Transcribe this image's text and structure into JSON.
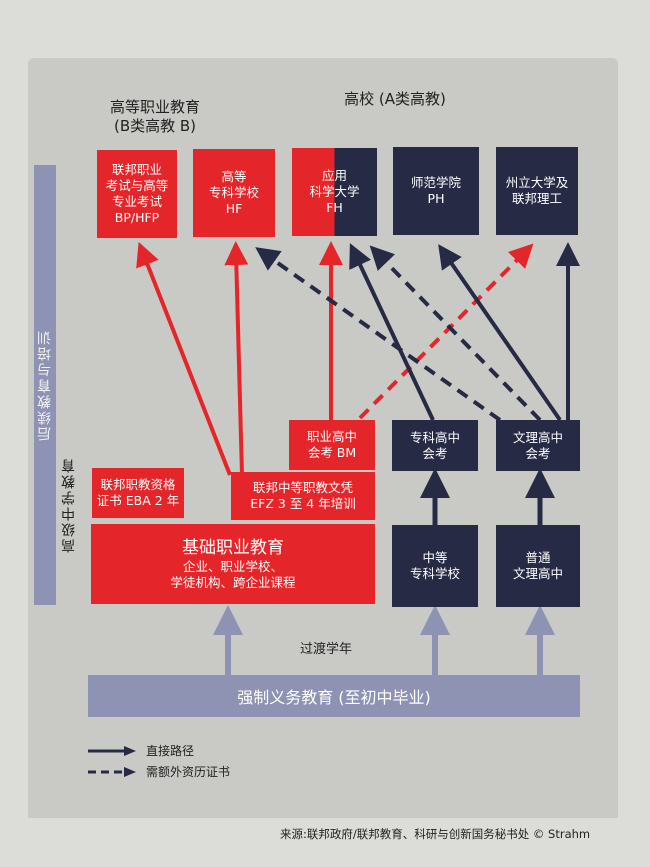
{
  "headers": {
    "vocational_higher": [
      "高等职业教育",
      "(B类高教 B)"
    ],
    "universities": "高校 (A类高教)"
  },
  "side_labels": {
    "tertiary": "后续教育与培训",
    "upper_secondary": "高级中学教育"
  },
  "top_boxes": [
    {
      "id": "bp_hfp",
      "lines": [
        "联邦职业",
        "考试与高等",
        "专业考试",
        "BP/HFP"
      ],
      "color": "red"
    },
    {
      "id": "hf",
      "lines": [
        "高等",
        "专科学校",
        "HF"
      ],
      "color": "red"
    },
    {
      "id": "fh",
      "lines": [
        "应用",
        "科学大学",
        "FH"
      ],
      "color": "red-navy"
    },
    {
      "id": "ph",
      "lines": [
        "师范学院",
        "PH"
      ],
      "color": "navy"
    },
    {
      "id": "uni_eth",
      "lines": [
        "州立大学及",
        "联邦理工"
      ],
      "color": "navy"
    }
  ],
  "middle_boxes": {
    "bm": {
      "lines": [
        "职业高中",
        "会考 BM"
      ],
      "color": "red"
    },
    "fms_exam": {
      "lines": [
        "专科高中",
        "会考"
      ],
      "color": "navy"
    },
    "matura": {
      "lines": [
        "文理高中",
        "会考"
      ],
      "color": "navy"
    },
    "eba": {
      "lines": [
        "联邦职教资格",
        "证书 EBA 2 年"
      ],
      "color": "red"
    },
    "efz": {
      "lines": [
        "联邦中等职教文凭",
        "EFZ 3 至 4 年培训"
      ],
      "color": "red"
    }
  },
  "base_boxes": {
    "vet": {
      "title": "基础职业教育",
      "lines": [
        "企业、职业学校、",
        "学徒机构、跨企业课程"
      ],
      "color": "red"
    },
    "fms": {
      "lines": [
        "中等",
        "专科学校"
      ],
      "color": "navy"
    },
    "gymnasium": {
      "lines": [
        "普通",
        "文理高中"
      ],
      "color": "navy"
    }
  },
  "transition_label": "过渡学年",
  "compulsory_bar": "强制义务教育 (至初中毕业)",
  "legend": [
    {
      "style": "solid",
      "label": "直接路径"
    },
    {
      "style": "dashed",
      "label": "需额外资历证书"
    }
  ],
  "source": "来源:联邦政府/联邦教育、科研与创新国务秘书处 © Strahm",
  "colors": {
    "red": "#e4262a",
    "navy": "#262a45",
    "lavender": "#8e93b3",
    "background": "#c9c9c6"
  }
}
